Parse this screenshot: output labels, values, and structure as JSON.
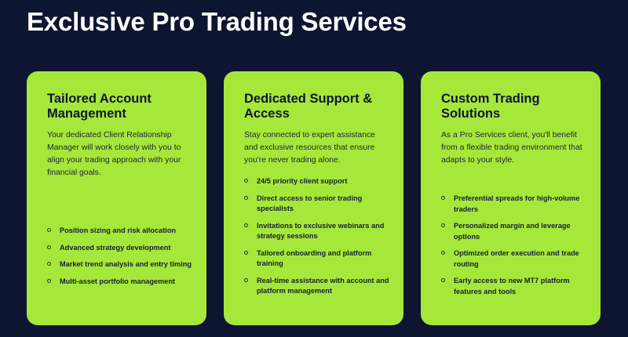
{
  "page": {
    "title": "Exclusive Pro Trading Services"
  },
  "colors": {
    "background": "#0d1530",
    "card": "#a6e83a",
    "text_dark": "#0d1530"
  },
  "cards": [
    {
      "title": "Tailored Account Management",
      "description": "Your dedicated Client Relationship Manager will work closely with you to align your trading approach with your financial goals.",
      "features": [
        "Position sizing and risk allocation",
        "Advanced strategy development",
        "Market trend analysis and entry timing",
        "Multi-asset portfolio management"
      ]
    },
    {
      "title": "Dedicated Support & Access",
      "description": "Stay connected to expert assistance and exclusive resources that ensure you're never trading alone.",
      "features": [
        "24/5 priority client support",
        "Direct access to senior trading specialists",
        "Invitations to exclusive webinars and strategy sessions",
        "Tailored onboarding and platform training",
        "Real-time assistance with account and platform management"
      ]
    },
    {
      "title": "Custom Trading Solutions",
      "description": "As a Pro Services client, you'll benefit from a flexible trading environment that adapts to your style.",
      "features": [
        "Preferential spreads for high-volume traders",
        "Personalized margin and leverage options",
        "Optimized order execution and trade routing",
        "Early access to new MT7 platform features and tools"
      ]
    }
  ]
}
